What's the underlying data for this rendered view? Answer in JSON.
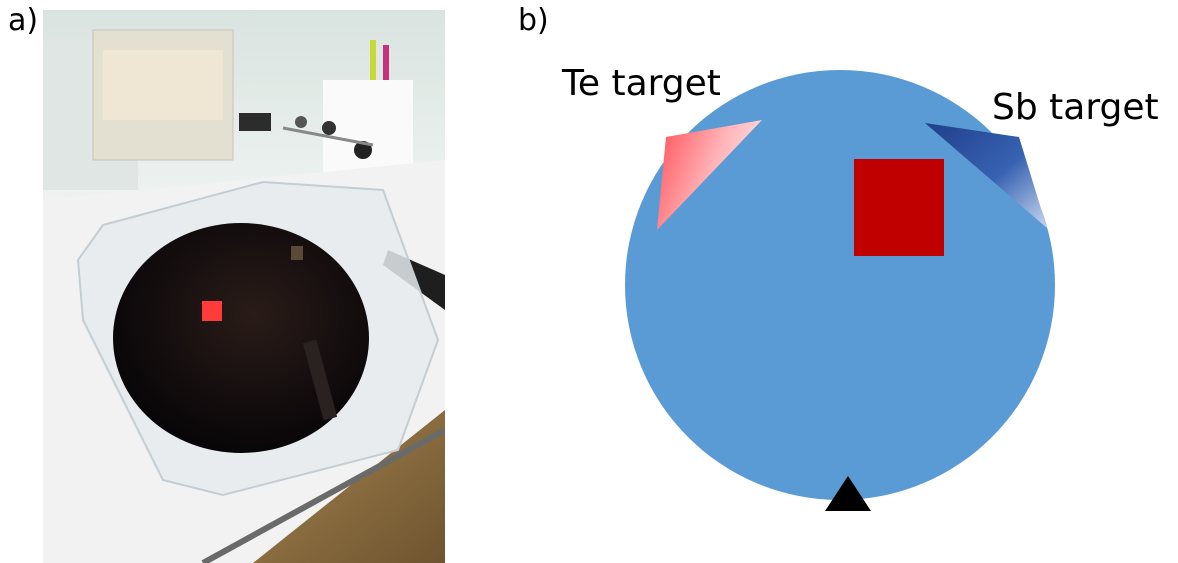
{
  "panels": {
    "a": {
      "label": "a)"
    },
    "b": {
      "label": "b)"
    }
  },
  "diagram": {
    "te_target_label": "Te target",
    "sb_target_label": "Sb target"
  },
  "colors": {
    "wafer_blue": "#5b9bd5",
    "sample_red": "#c00000",
    "te_target": "#ff5a5f",
    "sb_target": "#2f55a4",
    "marker": "#000000",
    "photo_sample": "#ff3b3b"
  }
}
